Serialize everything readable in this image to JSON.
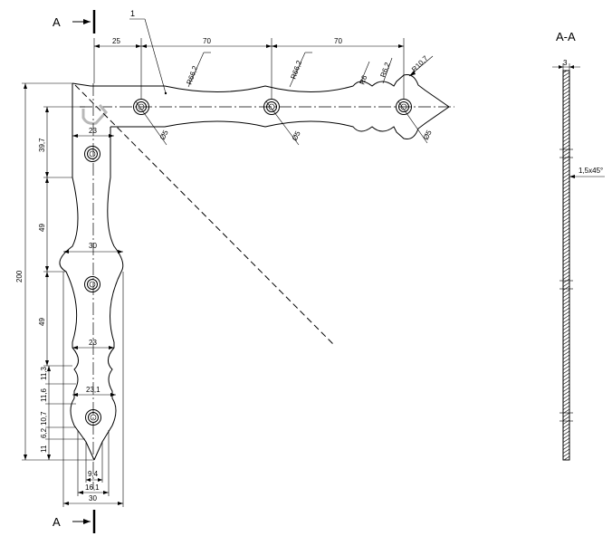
{
  "section_marker": "A",
  "section_title": "A-A",
  "part_number": "1",
  "dims": {
    "horiz_25": "25",
    "horiz_70a": "70",
    "horiz_70b": "70",
    "r66_a": "R66,2",
    "r66_b": "R66,2",
    "r6": "R6",
    "r62_top": "R6,2",
    "r107": "R10,7",
    "dia5_a": "Ø5",
    "dia5_b": "Ø5",
    "dia5_c": "Ø5",
    "w23_top": "23",
    "w30": "30",
    "w23_mid": "23",
    "w231": "23,1",
    "v397": "39,7",
    "v49a": "49",
    "v49b": "49",
    "total": "200",
    "v113": "11,3",
    "v116": "11,6",
    "v107": "10,7",
    "v62": "6,2",
    "v11": "11",
    "b94": "9,4",
    "b161": "16,1",
    "b30": "30",
    "thk3": "3",
    "chamfer": "1,5x45°"
  }
}
